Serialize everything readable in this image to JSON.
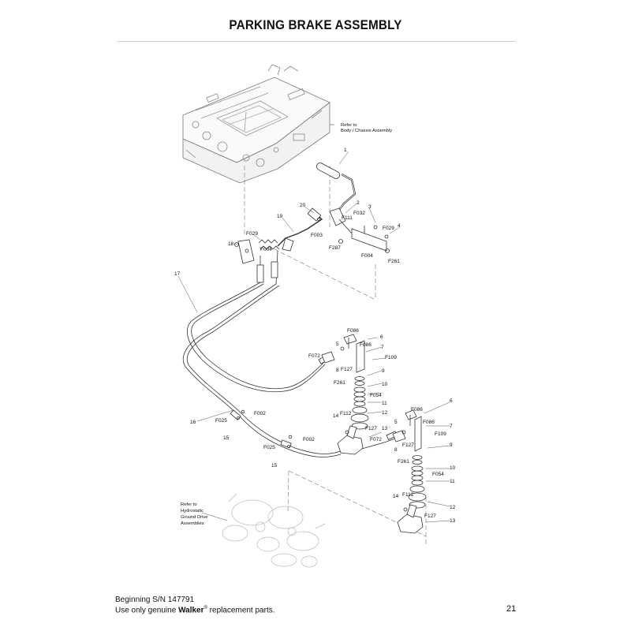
{
  "page": {
    "title": "PARKING BRAKE ASSEMBLY",
    "page_number": "21"
  },
  "notes": {
    "chassis_line1": "Refer to",
    "chassis_line2": "Body / Chassis Assembly",
    "hydro_line1": "Refer to",
    "hydro_line2": "Hydrostatic",
    "hydro_line3": "Ground Drive",
    "hydro_line4": "Assemblies"
  },
  "footer": {
    "serial": "Beginning S/N 147791",
    "prefix": "Use only genuine ",
    "brand": "Walker",
    "reg": "®",
    "suffix": " replacement parts."
  },
  "callouts": [
    {
      "text": "1"
    },
    {
      "text": "2"
    },
    {
      "text": "3"
    },
    {
      "text": "4"
    },
    {
      "text": "F111"
    },
    {
      "text": "F032"
    },
    {
      "text": "F029"
    },
    {
      "text": "20"
    },
    {
      "text": "19"
    },
    {
      "text": "F003"
    },
    {
      "text": "F029"
    },
    {
      "text": "18"
    },
    {
      "text": "F004"
    },
    {
      "text": "F287"
    },
    {
      "text": "F004"
    },
    {
      "text": "F261"
    },
    {
      "text": "17"
    },
    {
      "text": "F086"
    },
    {
      "text": "6"
    },
    {
      "text": "5"
    },
    {
      "text": "F086"
    },
    {
      "text": "7"
    },
    {
      "text": "F072"
    },
    {
      "text": "F109"
    },
    {
      "text": "8"
    },
    {
      "text": "F127"
    },
    {
      "text": "9"
    },
    {
      "text": "F261"
    },
    {
      "text": "10"
    },
    {
      "text": "F054"
    },
    {
      "text": "11"
    },
    {
      "text": "F002"
    },
    {
      "text": "16"
    },
    {
      "text": "F025"
    },
    {
      "text": "15"
    },
    {
      "text": "14"
    },
    {
      "text": "F112"
    },
    {
      "text": "12"
    },
    {
      "text": "F127"
    },
    {
      "text": "13"
    },
    {
      "text": "F002"
    },
    {
      "text": "F025"
    },
    {
      "text": "15"
    },
    {
      "text": "F072"
    },
    {
      "text": "6"
    },
    {
      "text": "F086"
    },
    {
      "text": "5"
    },
    {
      "text": "F086"
    },
    {
      "text": "F109"
    },
    {
      "text": "7"
    },
    {
      "text": "8"
    },
    {
      "text": "F127"
    },
    {
      "text": "9"
    },
    {
      "text": "F261"
    },
    {
      "text": "10"
    },
    {
      "text": "F054"
    },
    {
      "text": "11"
    },
    {
      "text": "14"
    },
    {
      "text": "F112"
    },
    {
      "text": "12"
    },
    {
      "text": "F127"
    },
    {
      "text": "13"
    }
  ]
}
